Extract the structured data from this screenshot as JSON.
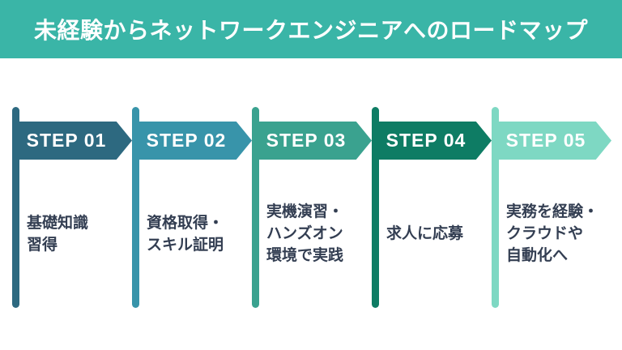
{
  "header": {
    "title": "未経験からネットワークエンジニアへのロードマップ",
    "bg_color": "#3ab5a7",
    "text_color": "#ffffff"
  },
  "steps": [
    {
      "label": "STEP 01",
      "color": "#2d6980",
      "description": "基礎知識\n習得"
    },
    {
      "label": "STEP 02",
      "color": "#3894aa",
      "description": "資格取得・\nスキル証明"
    },
    {
      "label": "STEP 03",
      "color": "#3aa28f",
      "description": "実機演習・\nハンズオン\n環境で実践"
    },
    {
      "label": "STEP 04",
      "color": "#0e7c64",
      "description": "求人に応募"
    },
    {
      "label": "STEP 05",
      "color": "#7ed8c3",
      "description": "実務を経験・\nクラウドや\n自動化へ"
    }
  ],
  "step_label_color": "#ffffff",
  "description_text_color": "#333e52"
}
